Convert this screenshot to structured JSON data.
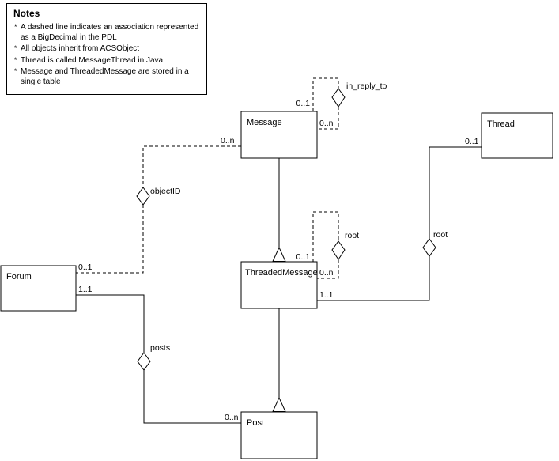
{
  "notes": {
    "title": "Notes",
    "items": [
      "A dashed line indicates an association represented as a BigDecimal in the PDL",
      "All objects inherit from ACSObject",
      "Thread is called MessageThread in Java",
      "Message and ThreadedMessage are stored in a single table"
    ]
  },
  "classes": {
    "message": "Message",
    "thread": "Thread",
    "threaded_message": "ThreadedMessage",
    "forum": "Forum",
    "post": "Post"
  },
  "associations": {
    "in_reply_to": {
      "name": "in_reply_to",
      "source_mult": "0..1",
      "target_mult": "0..n"
    },
    "object_id": {
      "name": "objectID",
      "forum_mult": "0..1",
      "message_mult": "0..n"
    },
    "root_self": {
      "name": "root",
      "source_mult": "0..1",
      "target_mult": "0..n"
    },
    "root_thread": {
      "name": "root",
      "thread_mult": "0..1",
      "threaded_message_mult": "1..1"
    },
    "posts": {
      "name": "posts",
      "forum_mult": "1..1",
      "post_mult": "0..n"
    }
  }
}
